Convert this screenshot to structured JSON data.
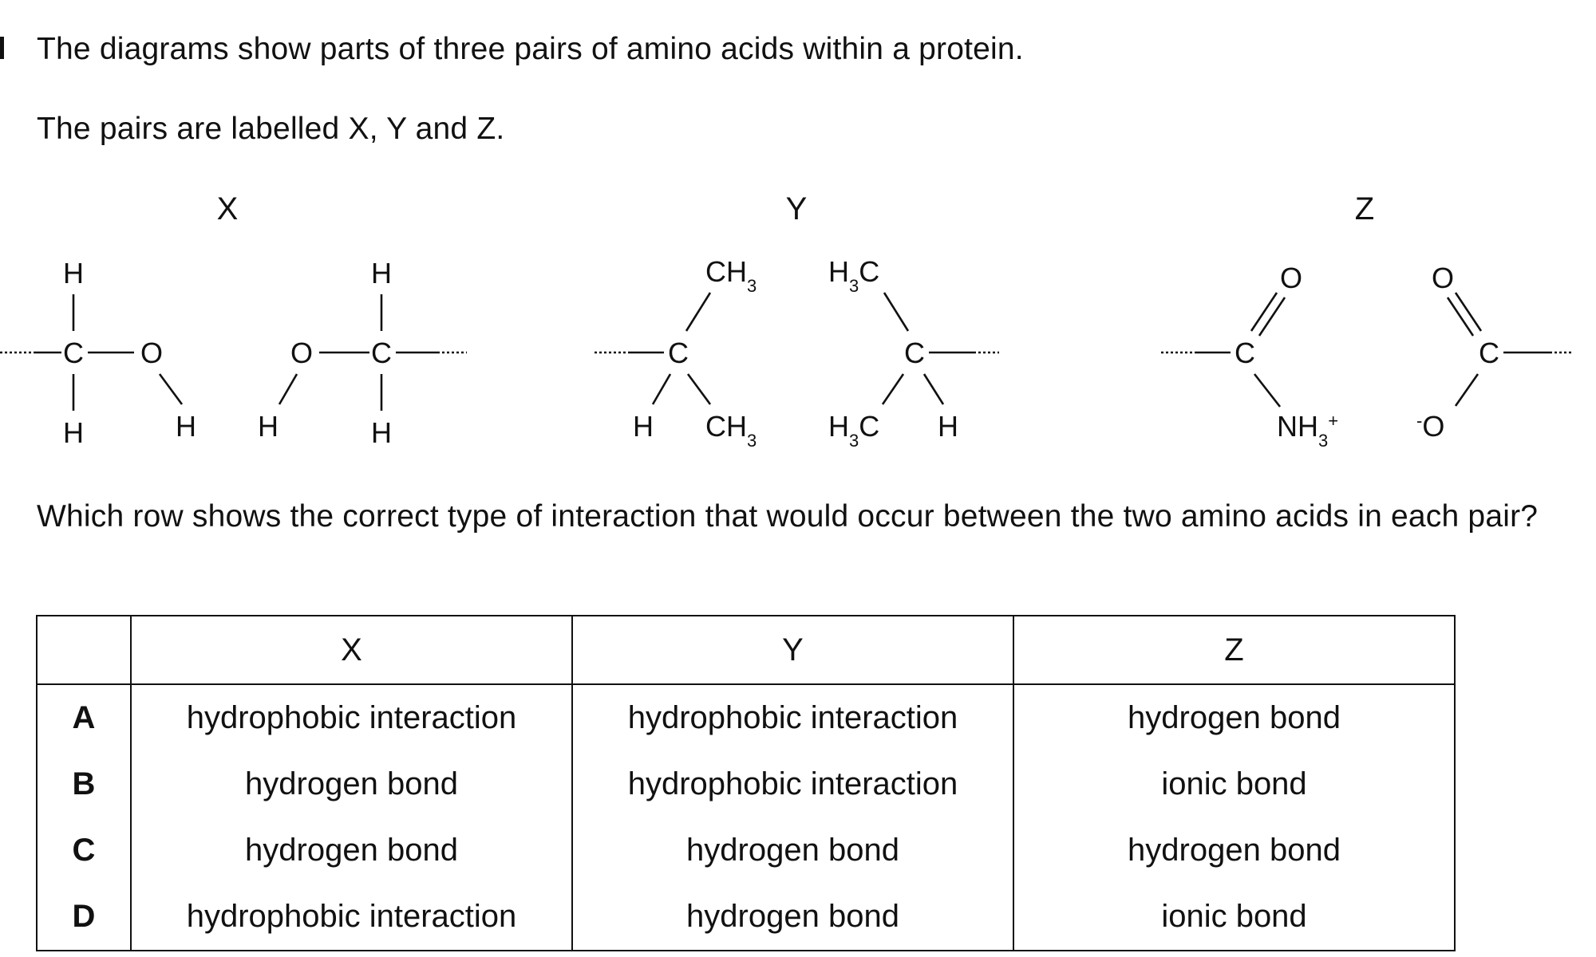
{
  "question": {
    "intro": "The diagrams show parts of three pairs of amino acids within a protein.",
    "pairs_text": "The pairs are labelled X, Y and Z.",
    "prompt": "Which row shows the correct type of interaction that would occur between the two amino acids in each pair?"
  },
  "diagram": {
    "labels": {
      "x": "X",
      "y": "Y",
      "z": "Z"
    },
    "atoms": {
      "h": "H",
      "c": "C",
      "o": "O",
      "ch3": "CH3",
      "h3c": "H3C",
      "nh3_plus": "NH3+",
      "o_minus": "-O"
    }
  },
  "table": {
    "headers": [
      "",
      "X",
      "Y",
      "Z"
    ],
    "rows": [
      {
        "key": "A",
        "x": "hydrophobic interaction",
        "y": "hydrophobic interaction",
        "z": "hydrogen bond"
      },
      {
        "key": "B",
        "x": "hydrogen bond",
        "y": "hydrophobic interaction",
        "z": "ionic bond"
      },
      {
        "key": "C",
        "x": "hydrogen bond",
        "y": "hydrogen bond",
        "z": "hydrogen bond"
      },
      {
        "key": "D",
        "x": "hydrophobic interaction",
        "y": "hydrogen bond",
        "z": "ionic bond"
      }
    ]
  }
}
